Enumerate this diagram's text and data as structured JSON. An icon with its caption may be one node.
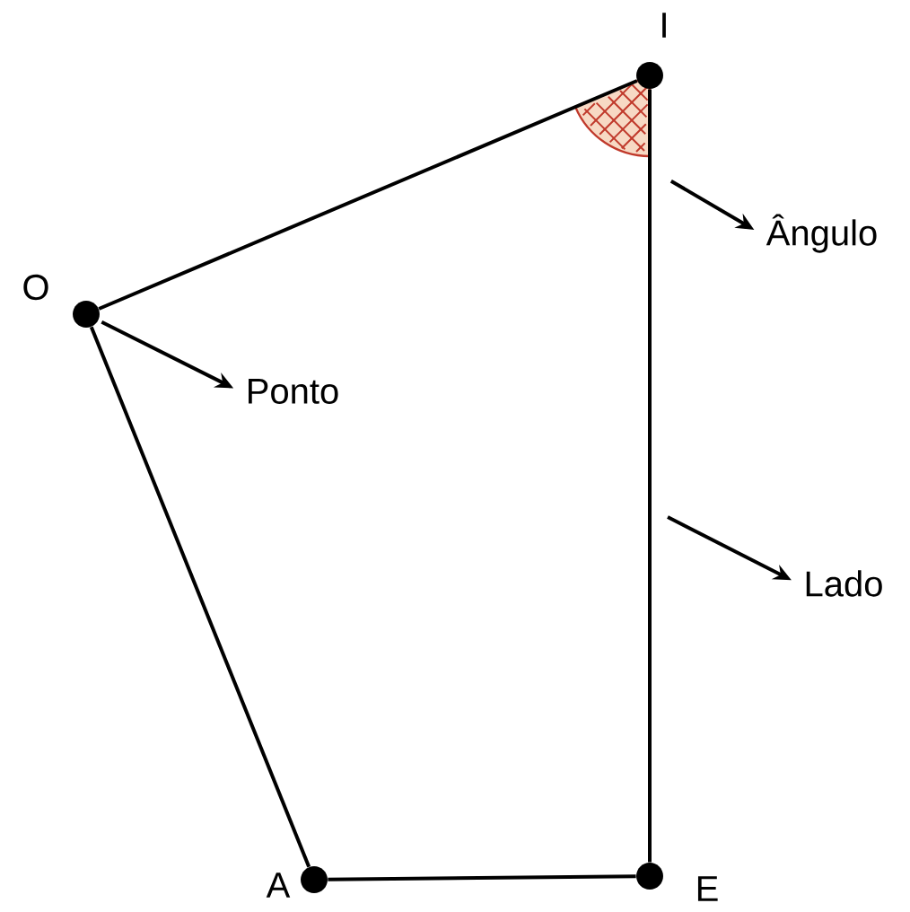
{
  "diagram": {
    "nodes": [
      {
        "text": [],
        "shape": "circle",
        "beside": [
          "I"
        ]
      },
      {
        "text": [],
        "shape": "sector"
      },
      {
        "text": [
          "Ângulo"
        ]
      },
      {
        "text": [],
        "shape": "circle",
        "beside": [
          "O"
        ]
      },
      {
        "text": [
          "Ponto"
        ]
      },
      {
        "text": [
          "Lado"
        ]
      },
      {
        "text": [],
        "shape": "circle",
        "beside": [
          "A"
        ]
      },
      {
        "text": [],
        "shape": "circle",
        "beside": [
          "E"
        ]
      }
    ],
    "edges": [
      {
        "from": 3,
        "to": 0,
        "arrow": "none"
      },
      {
        "from": 0,
        "to": 7,
        "arrow": "none"
      },
      {
        "from": 7,
        "to": 6,
        "arrow": "none"
      },
      {
        "from": 6,
        "to": 3,
        "arrow": "none"
      },
      {
        "from": 1,
        "to": 2,
        "arrow": "to"
      },
      {
        "from": 3,
        "to": 4,
        "arrow": "to"
      },
      {
        "from": null,
        "to": 5,
        "arrow": "to"
      }
    ]
  }
}
